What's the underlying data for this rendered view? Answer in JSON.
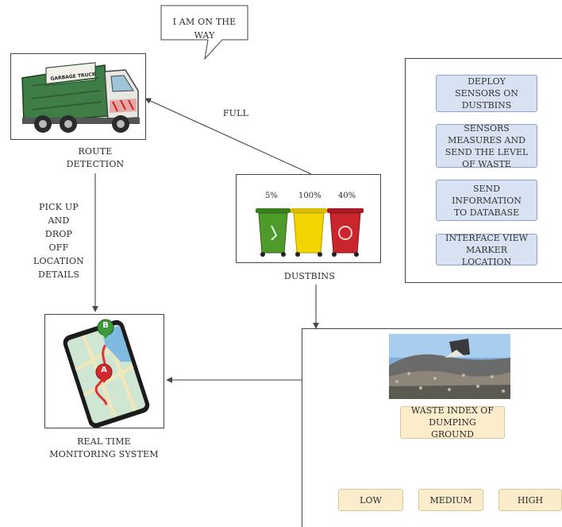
{
  "speech_bubble": "I AM ON THE WAY",
  "truck": {
    "sign": "GARBAGE TRUCK",
    "caption_line1": "ROUTE",
    "caption_line2": "DETECTION"
  },
  "edge_full": "FULL",
  "edge_pickup": [
    "PICK UP",
    "AND",
    "DROP",
    "OFF",
    "LOCATION",
    "DETAILS"
  ],
  "dustbins": {
    "caption": "DUSTBINS",
    "levels": [
      "5%",
      "100%",
      "40%"
    ]
  },
  "monitoring": {
    "caption_line1": "REAL TIME",
    "caption_line2": "MONITORING SYSTEM",
    "pin_a": "A",
    "pin_b": "B"
  },
  "flow_steps": [
    "DEPLOY SENSORS ON DUSTBINS",
    "SENSORS MEASURES AND SEND THE LEVEL OF WASTE",
    "SEND INFORMATION TO DATABASE",
    "INTERFACE VIEW MARKER LOCATION"
  ],
  "waste_index": {
    "title": "WASTE INDEX OF DUMPING GROUND",
    "levels": [
      "LOW",
      "MEDIUM",
      "HIGH"
    ]
  },
  "colors": {
    "flow_fill": "#d9e2f3",
    "level_fill": "#fbeccb",
    "bin_green": "#4e9a2a",
    "bin_yellow": "#f2d500",
    "bin_red": "#c8262c",
    "truck_green": "#3f7d46"
  }
}
